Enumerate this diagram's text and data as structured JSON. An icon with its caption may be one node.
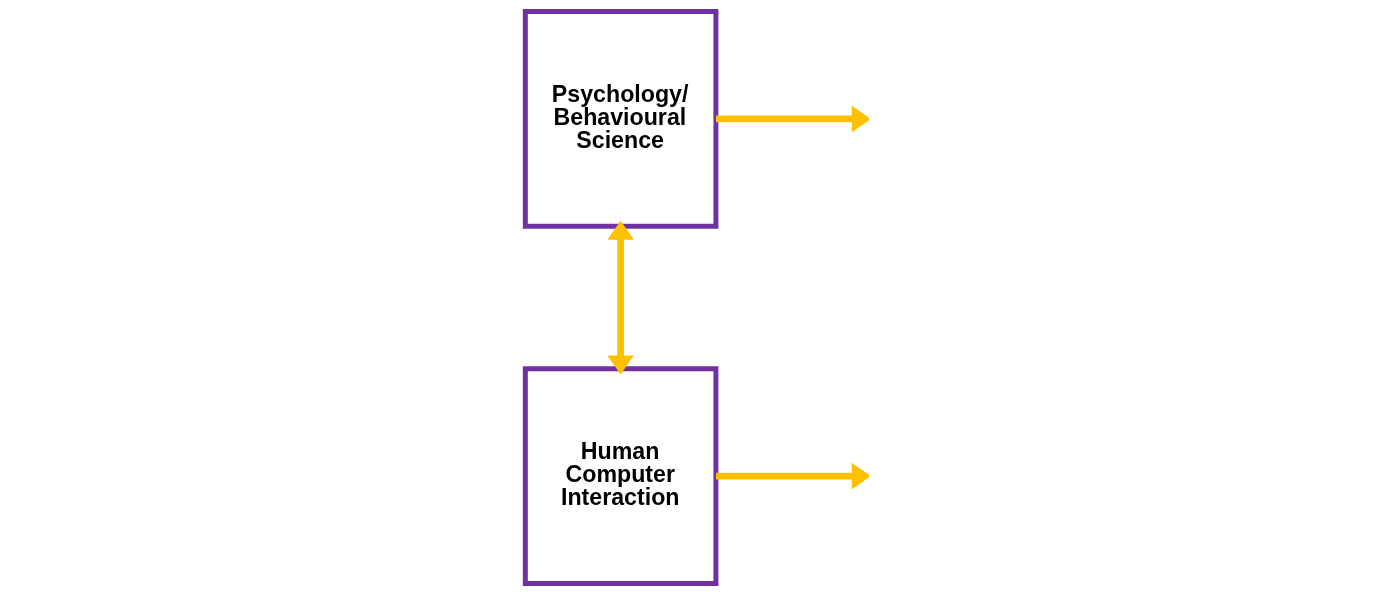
{
  "diagram": {
    "nodes": [
      {
        "text": [
          "Psychology/ Behavioural Science"
        ]
      },
      {
        "text": [
          "Human Computer Interaction"
        ]
      }
    ],
    "edges": [
      {
        "from": 0,
        "to": 1,
        "arrow": "both"
      },
      {
        "from": 0,
        "to": null,
        "arrow": "to"
      },
      {
        "from": 1,
        "to": null,
        "arrow": "to"
      }
    ]
  }
}
